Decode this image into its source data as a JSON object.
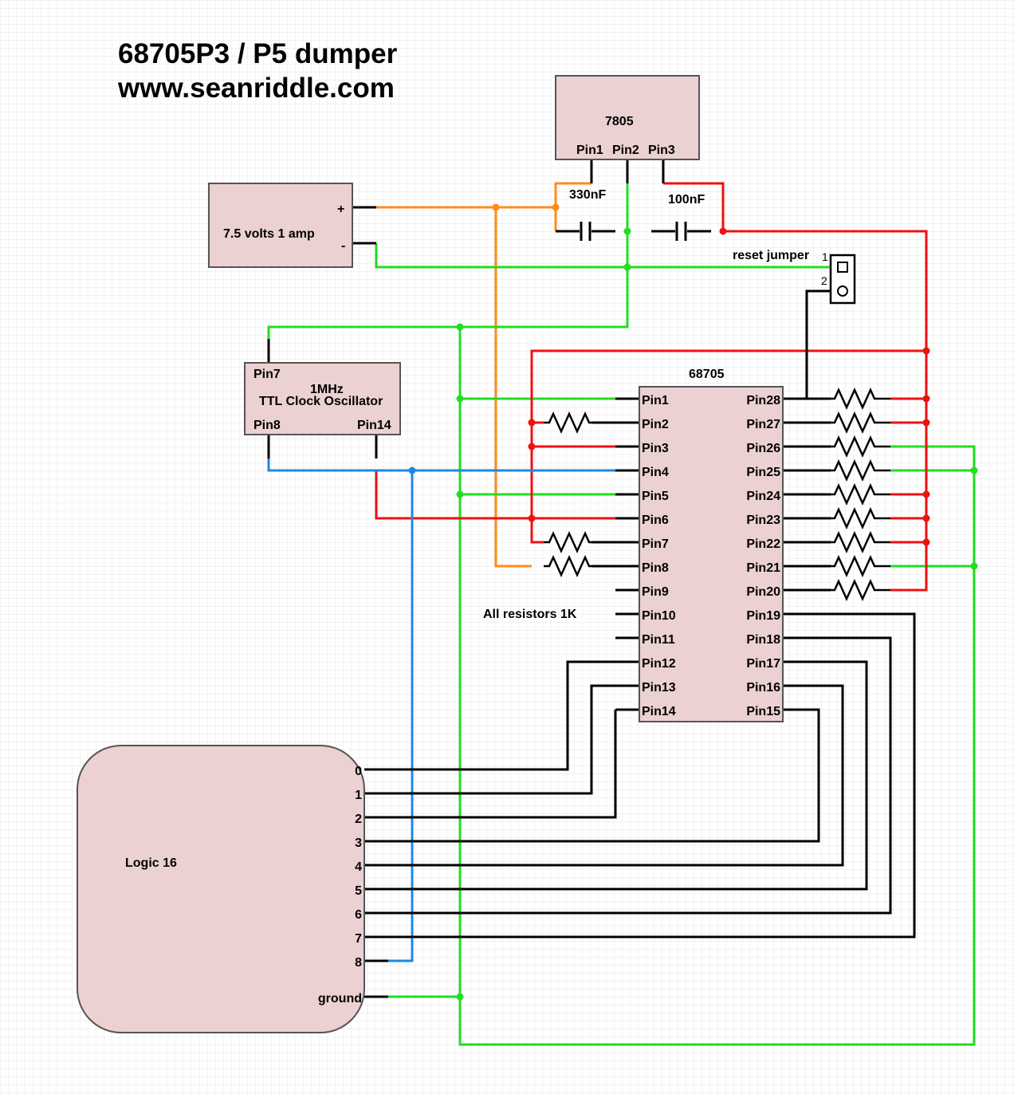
{
  "title": {
    "line1": "68705P3 / P5 dumper",
    "line2": "www.seanriddle.com"
  },
  "regulator": {
    "name": "7805",
    "pin1": "Pin1",
    "pin2": "Pin2",
    "pin3": "Pin3"
  },
  "capacitors": {
    "c1": "330nF",
    "c2": "100nF"
  },
  "power_supply": {
    "name": "7.5 volts 1 amp",
    "plus": "+",
    "minus": "-"
  },
  "reset_jumper": {
    "label": "reset jumper",
    "pin1": "1",
    "pin2": "2"
  },
  "oscillator": {
    "line1": "1MHz",
    "line2": "TTL Clock Oscillator",
    "pin7": "Pin7",
    "pin8": "Pin8",
    "pin14": "Pin14"
  },
  "mcu": {
    "name": "68705",
    "left_pins": [
      "Pin1",
      "Pin2",
      "Pin3",
      "Pin4",
      "Pin5",
      "Pin6",
      "Pin7",
      "Pin8",
      "Pin9",
      "Pin10",
      "Pin11",
      "Pin12",
      "Pin13",
      "Pin14"
    ],
    "right_pins": [
      "Pin28",
      "Pin27",
      "Pin26",
      "Pin25",
      "Pin24",
      "Pin23",
      "Pin22",
      "Pin21",
      "Pin20",
      "Pin19",
      "Pin18",
      "Pin17",
      "Pin16",
      "Pin15"
    ]
  },
  "resistor_note": "All resistors 1K",
  "logic": {
    "name": "Logic 16",
    "channels": [
      "0",
      "1",
      "2",
      "3",
      "4",
      "5",
      "6",
      "7",
      "8"
    ],
    "ground": "ground"
  },
  "colors": {
    "ground": "#22dd22",
    "vcc": "#ee1111",
    "vin": "#ff8c1a",
    "clock": "#1e88e5",
    "signal": "#000000",
    "box_fill": "#ebd1d1",
    "grid": "#e6e6e6"
  }
}
